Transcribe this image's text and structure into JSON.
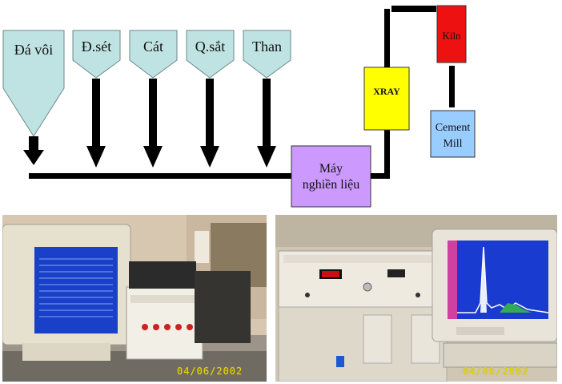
{
  "process": {
    "hoppers": [
      {
        "label": "Đá vôi"
      },
      {
        "label": "Đ.sét"
      },
      {
        "label": "Cát"
      },
      {
        "label": "Q.sắt"
      },
      {
        "label": "Than"
      }
    ],
    "mill": {
      "line1": "Máy",
      "line2": "nghiền liệu"
    },
    "xray": {
      "label": "XRAY"
    },
    "kiln": {
      "label": "Kiln"
    },
    "cement_mill": {
      "line1": "Cement",
      "line2": "Mill"
    }
  },
  "colors": {
    "hopper_fill": "#bfe3e3",
    "mill_fill": "#cc99ff",
    "xray_fill": "#ffff00",
    "kiln_fill": "#ee1111",
    "cement_mill_fill": "#99ccff",
    "line": "#000000",
    "date_stamp": "#e8d800"
  },
  "photos": {
    "left": {
      "date": "04/06/2002"
    },
    "right": {
      "date": "04/06/2002"
    }
  }
}
